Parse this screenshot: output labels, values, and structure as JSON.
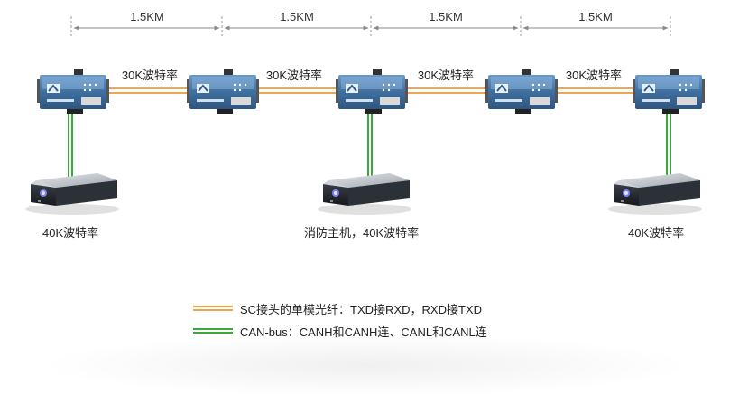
{
  "distances": [
    "1.5KM",
    "1.5KM",
    "1.5KM",
    "1.5KM"
  ],
  "fiber_rates": [
    "30K波特率",
    "30K波特率",
    "30K波特率",
    "30K波特率"
  ],
  "pc_labels": {
    "left": "40K波特率",
    "center": "消防主机，40K波特率",
    "right": "40K波特率"
  },
  "legend": {
    "fiber": "SC接头的单模光纤：TXD接RXD，RXD接TXD",
    "canbus": "CAN-bus：CANH和CANH连、CANL和CANL连"
  },
  "colors": {
    "fiber": "#f0a650",
    "canbus": "#3aa83a",
    "dimension": "#888888",
    "device_body": "#4a78a8",
    "pc_body": "#2b2f36"
  }
}
